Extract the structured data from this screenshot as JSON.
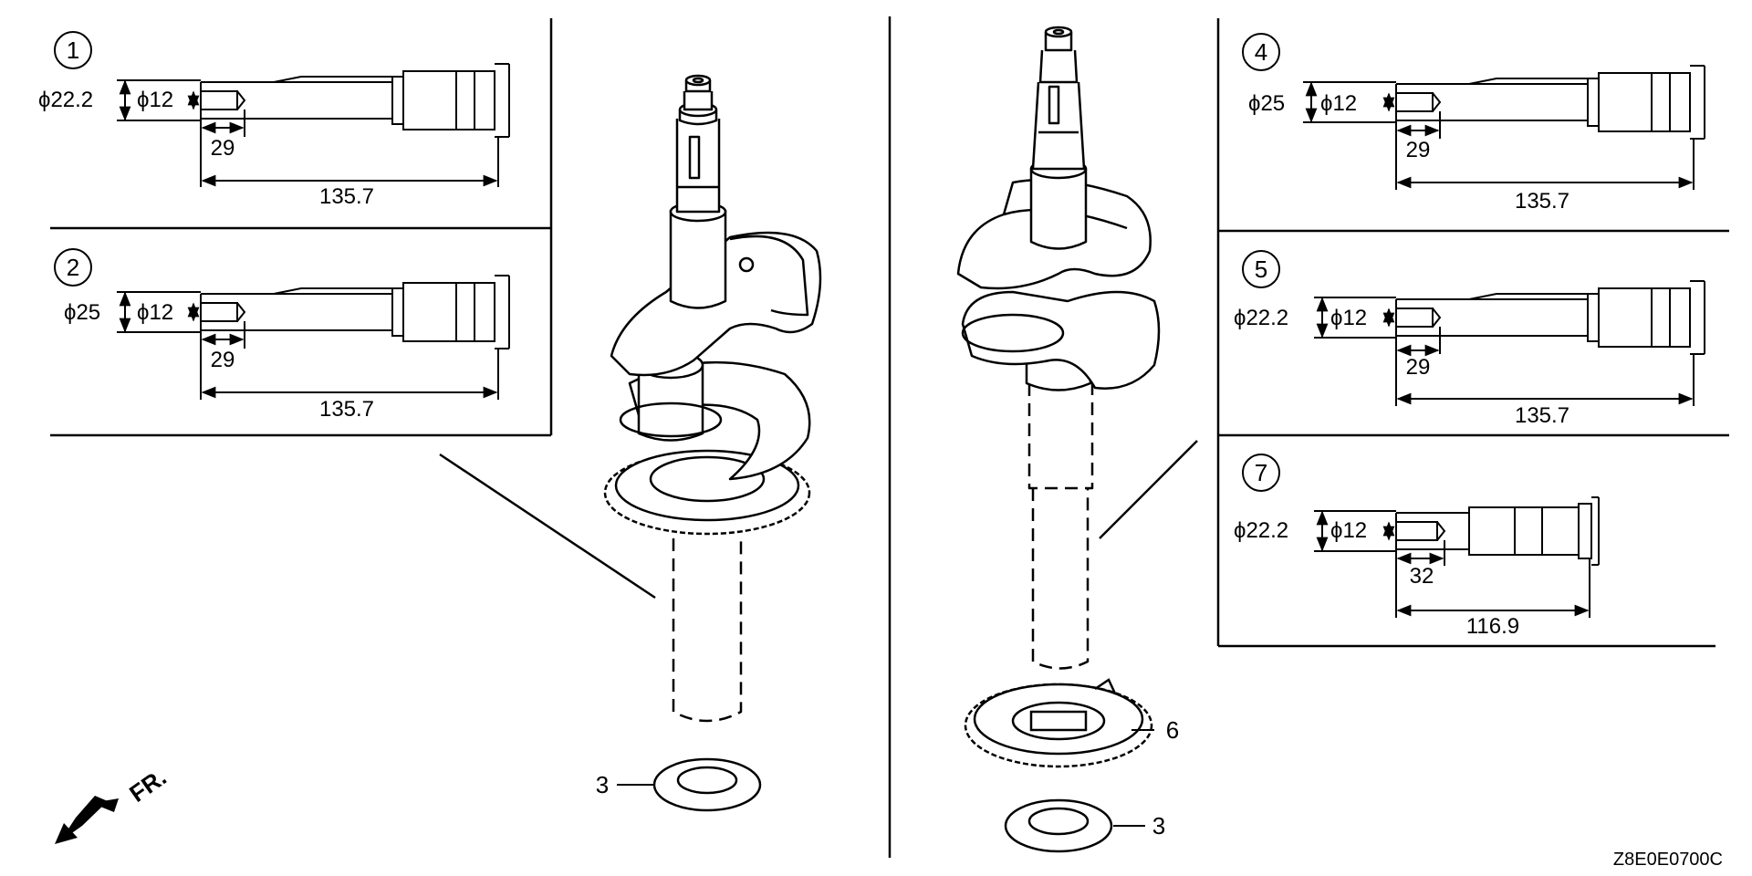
{
  "panels": [
    {
      "id": "1",
      "outer_dia": "ϕ22.2",
      "inner_dia": "ϕ12",
      "hole_depth": "29",
      "length": "135.7"
    },
    {
      "id": "2",
      "outer_dia": "ϕ25",
      "inner_dia": "ϕ12",
      "hole_depth": "29",
      "length": "135.7"
    },
    {
      "id": "4",
      "outer_dia": "ϕ25",
      "inner_dia": "ϕ12",
      "hole_depth": "29",
      "length": "135.7"
    },
    {
      "id": "5",
      "outer_dia": "ϕ22.2",
      "inner_dia": "ϕ12",
      "hole_depth": "29",
      "length": "135.7"
    },
    {
      "id": "7",
      "outer_dia": "ϕ22.2",
      "inner_dia": "ϕ12",
      "hole_depth": "32",
      "length": "116.9"
    }
  ],
  "callouts": {
    "washer_left": "3",
    "gear_right": "6",
    "washer_right": "3"
  },
  "direction_label": "FR.",
  "drawing_code": "Z8E0E0700C"
}
